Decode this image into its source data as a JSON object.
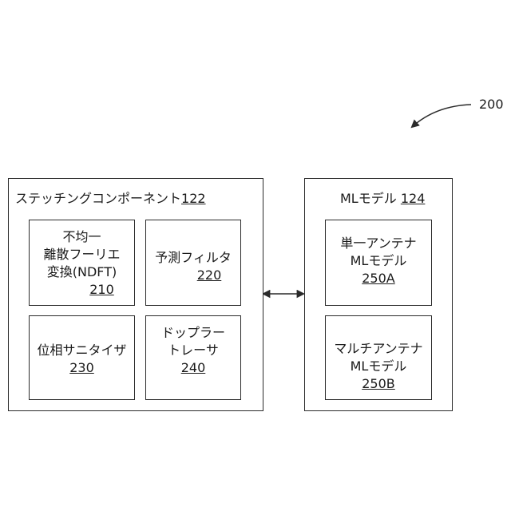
{
  "figure_ref": "200",
  "stitching": {
    "title": "ステッチングコンポーネント",
    "ref": "122",
    "ndft": {
      "line1": "不均一",
      "line2": "離散フーリエ",
      "line3": "変換(NDFT)",
      "ref": "210"
    },
    "prediction": {
      "line1": "予測フィルタ",
      "ref": "220"
    },
    "phase": {
      "line1": "位相サニタイザ",
      "ref": "230"
    },
    "doppler": {
      "line1": "ドップラー",
      "line2": "トレーサ",
      "ref": "240"
    }
  },
  "ml": {
    "title": "MLモデル",
    "ref": "124",
    "single": {
      "line1": "単一アンテナ",
      "line2": "MLモデル",
      "ref": "250A"
    },
    "multi": {
      "line1": "マルチアンテナ",
      "line2": "MLモデル",
      "ref": "250B"
    }
  }
}
